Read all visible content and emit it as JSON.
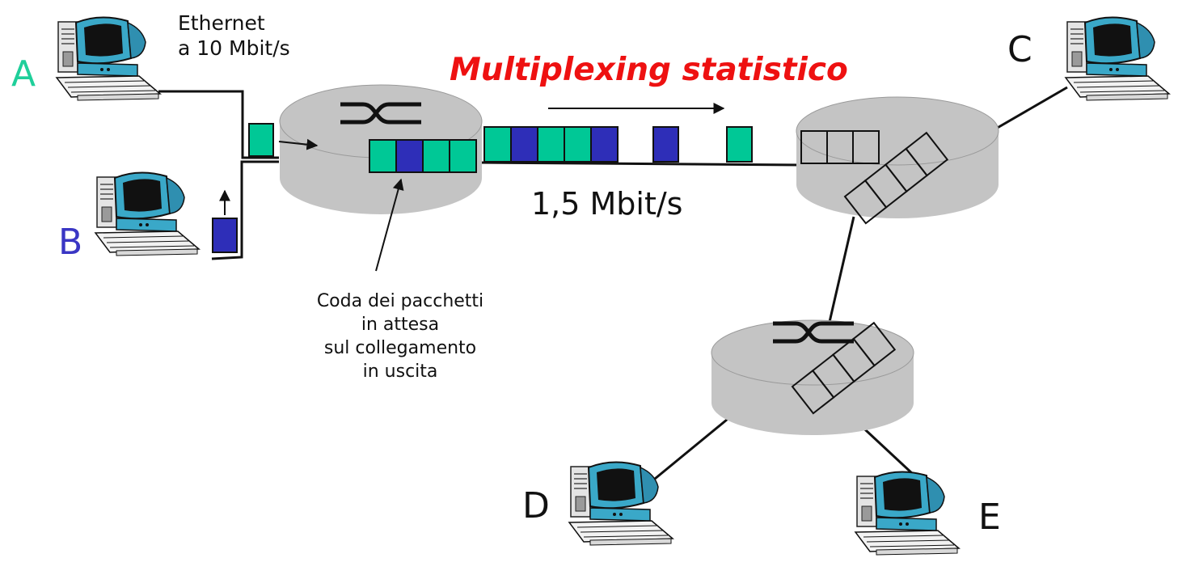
{
  "title": "Multiplexing statistico",
  "link_ethernet": {
    "line1": "Ethernet",
    "line2": "a 10 Mbit/s"
  },
  "link_speed": "1,5 Mbit/s",
  "queue_caption": [
    "Coda dei pacchetti",
    "in attesa",
    "sul collegamento",
    "in uscita"
  ],
  "hosts": [
    {
      "id": "A",
      "label": "A",
      "color": "#1fcf9a"
    },
    {
      "id": "B",
      "label": "B",
      "color": "#3a36c4"
    },
    {
      "id": "C",
      "label": "C",
      "color": "#111111"
    },
    {
      "id": "D",
      "label": "D",
      "color": "#111111"
    },
    {
      "id": "E",
      "label": "E",
      "color": "#111111"
    }
  ],
  "colors": {
    "packet_a": "#00c896",
    "packet_b": "#2e2eb8",
    "router": "#c4c4c4",
    "monitor_frame": "#3aa8c8",
    "title": "#ee1111"
  },
  "link_packets": [
    "A",
    "B",
    "A",
    "A",
    "B",
    "B",
    "A"
  ],
  "router1_queue": [
    "A",
    "B",
    "A",
    "A"
  ]
}
